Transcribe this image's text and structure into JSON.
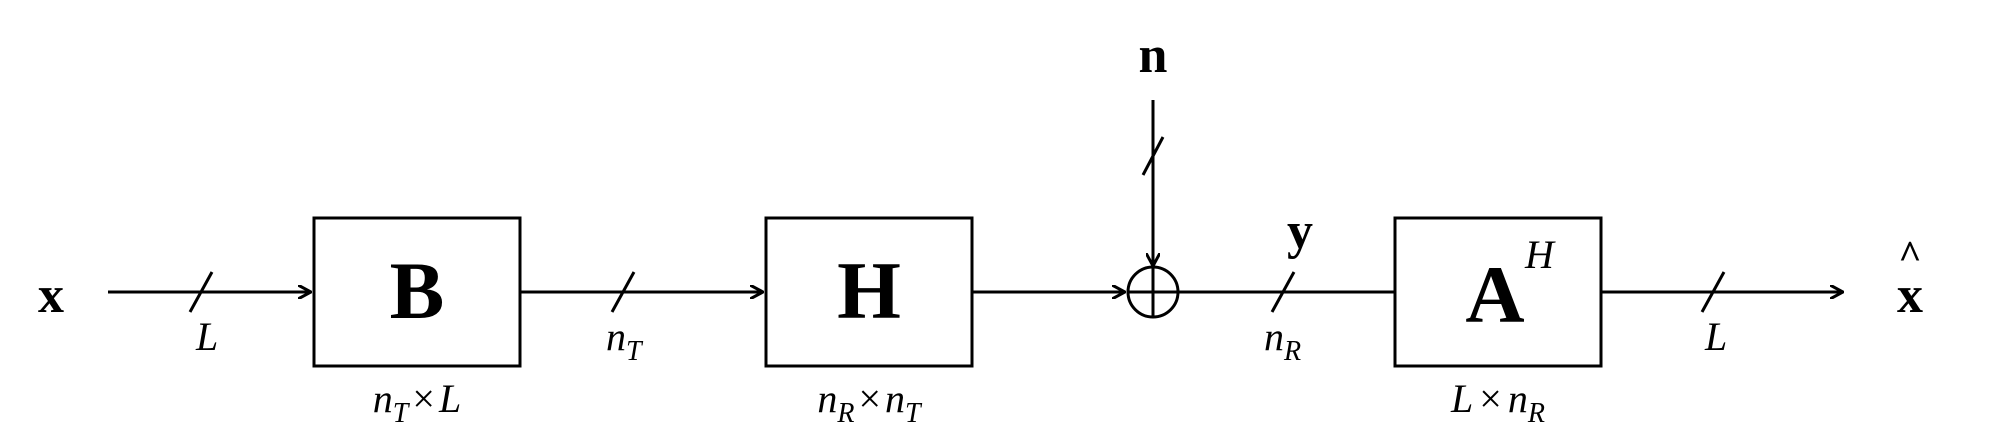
{
  "signals": {
    "input": "x",
    "noise": "n",
    "received": "y",
    "output": "x",
    "output_accent": "^"
  },
  "blocks": {
    "precoder": {
      "label": "B",
      "dim": "×"
    },
    "channel": {
      "label": "H",
      "dim": "×"
    },
    "receiver": {
      "label": "A",
      "superscript": "H",
      "dim": "×"
    }
  },
  "symbols": {
    "L": "L",
    "n": "n",
    "T": "T",
    "R": "R"
  }
}
